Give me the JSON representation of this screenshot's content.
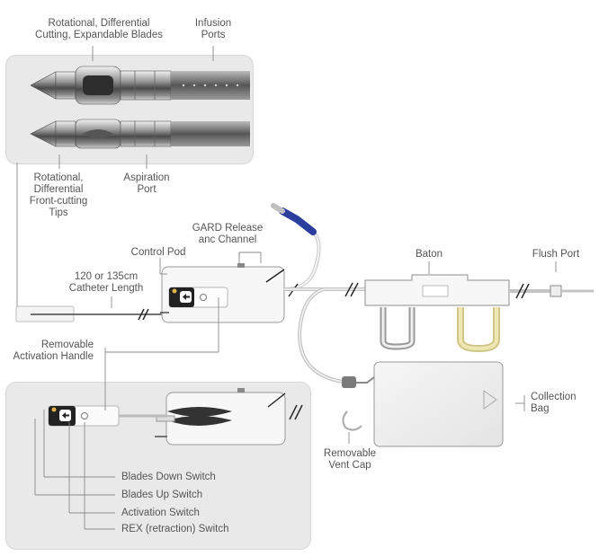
{
  "labels": {
    "blades": [
      "Rotational, Differential",
      "Cutting, Expandable Blades"
    ],
    "infusion": [
      "Infusion",
      "Ports"
    ],
    "tips": [
      "Rotational,",
      "Differential",
      "Front-cutting",
      "Tips"
    ],
    "aspiration": [
      "Aspiration",
      "Port"
    ],
    "gard": [
      "GARD Release",
      "anc Channel"
    ],
    "control_pod": "Control Pod",
    "catheter_length": [
      "120 or 135cm",
      "Catheter Length"
    ],
    "baton": "Baton",
    "flush_port": "Flush Port",
    "activation_handle": [
      "Removable",
      "Activation Handle"
    ],
    "collection_bag": [
      "Collection",
      "Bag"
    ],
    "vent_cap": [
      "Removable",
      "Vent Cap"
    ],
    "blades_down": "Blades Down Switch",
    "blades_up": "Blades Up Switch",
    "activation_switch": "Activation Switch",
    "rex_switch": "REX (retraction) Switch"
  },
  "colors": {
    "panel": "#e9e9ea",
    "line": "#8a8a8a",
    "baton_yellow": "#e9e2a6",
    "gard_blue": "#2b3e9e"
  },
  "icons": {
    "activation_arrow": "left-arrow-icon",
    "lock": "circle-lock-icon"
  }
}
